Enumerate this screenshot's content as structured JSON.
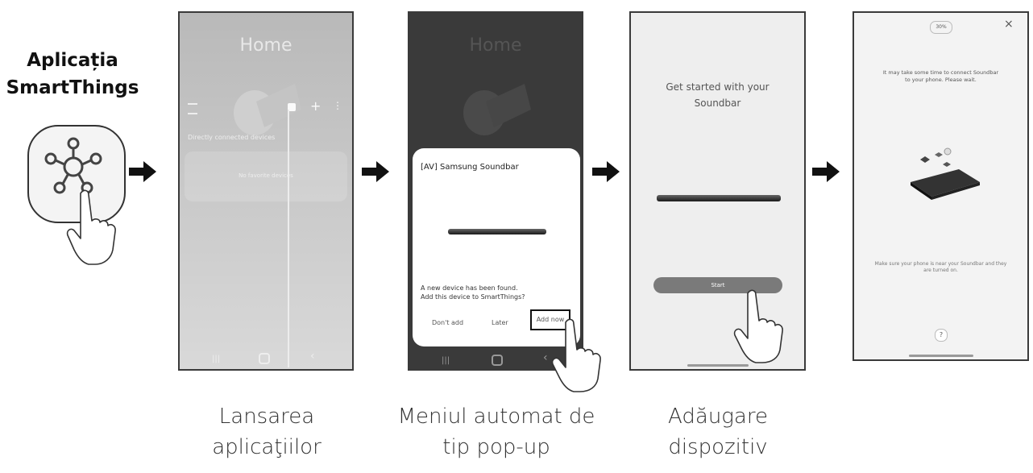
{
  "app_label": [
    "Aplicația",
    "SmartThings"
  ],
  "screen1": {
    "title": "Home",
    "section": "Directly connected devices",
    "empty": "No favorite devices"
  },
  "screen2": {
    "bg_title": "Home",
    "popup_title": "[AV] Samsung Soundbar",
    "message_line1": "A new device has been found.",
    "message_line2": "Add this device to SmartThings?",
    "btn_dont_add": "Don't add",
    "btn_later": "Later",
    "btn_add_now": "Add now"
  },
  "screen3": {
    "heading_line1": "Get started with your",
    "heading_line2": "Soundbar",
    "start_button": "Start"
  },
  "screen4": {
    "percent": "30%",
    "close": "×",
    "message_line1": "It may take some time to connect Soundbar",
    "message_line2": "to your phone. Please wait.",
    "hint_line1": "Make sure your phone is near your Soundbar and they",
    "hint_line2": "are turned on.",
    "help": "?"
  },
  "captions": {
    "c1_line1": "Lansarea",
    "c1_line2": "aplicaţiilor",
    "c2_line1": "Meniul automat de",
    "c2_line2": "tip pop-up",
    "c3_line1": "Adăugare",
    "c3_line2": "dispozitiv"
  },
  "colors": {
    "accent": "#7a7a7a",
    "dark": "#2d2d2d",
    "frame": "#3a3a3a"
  }
}
